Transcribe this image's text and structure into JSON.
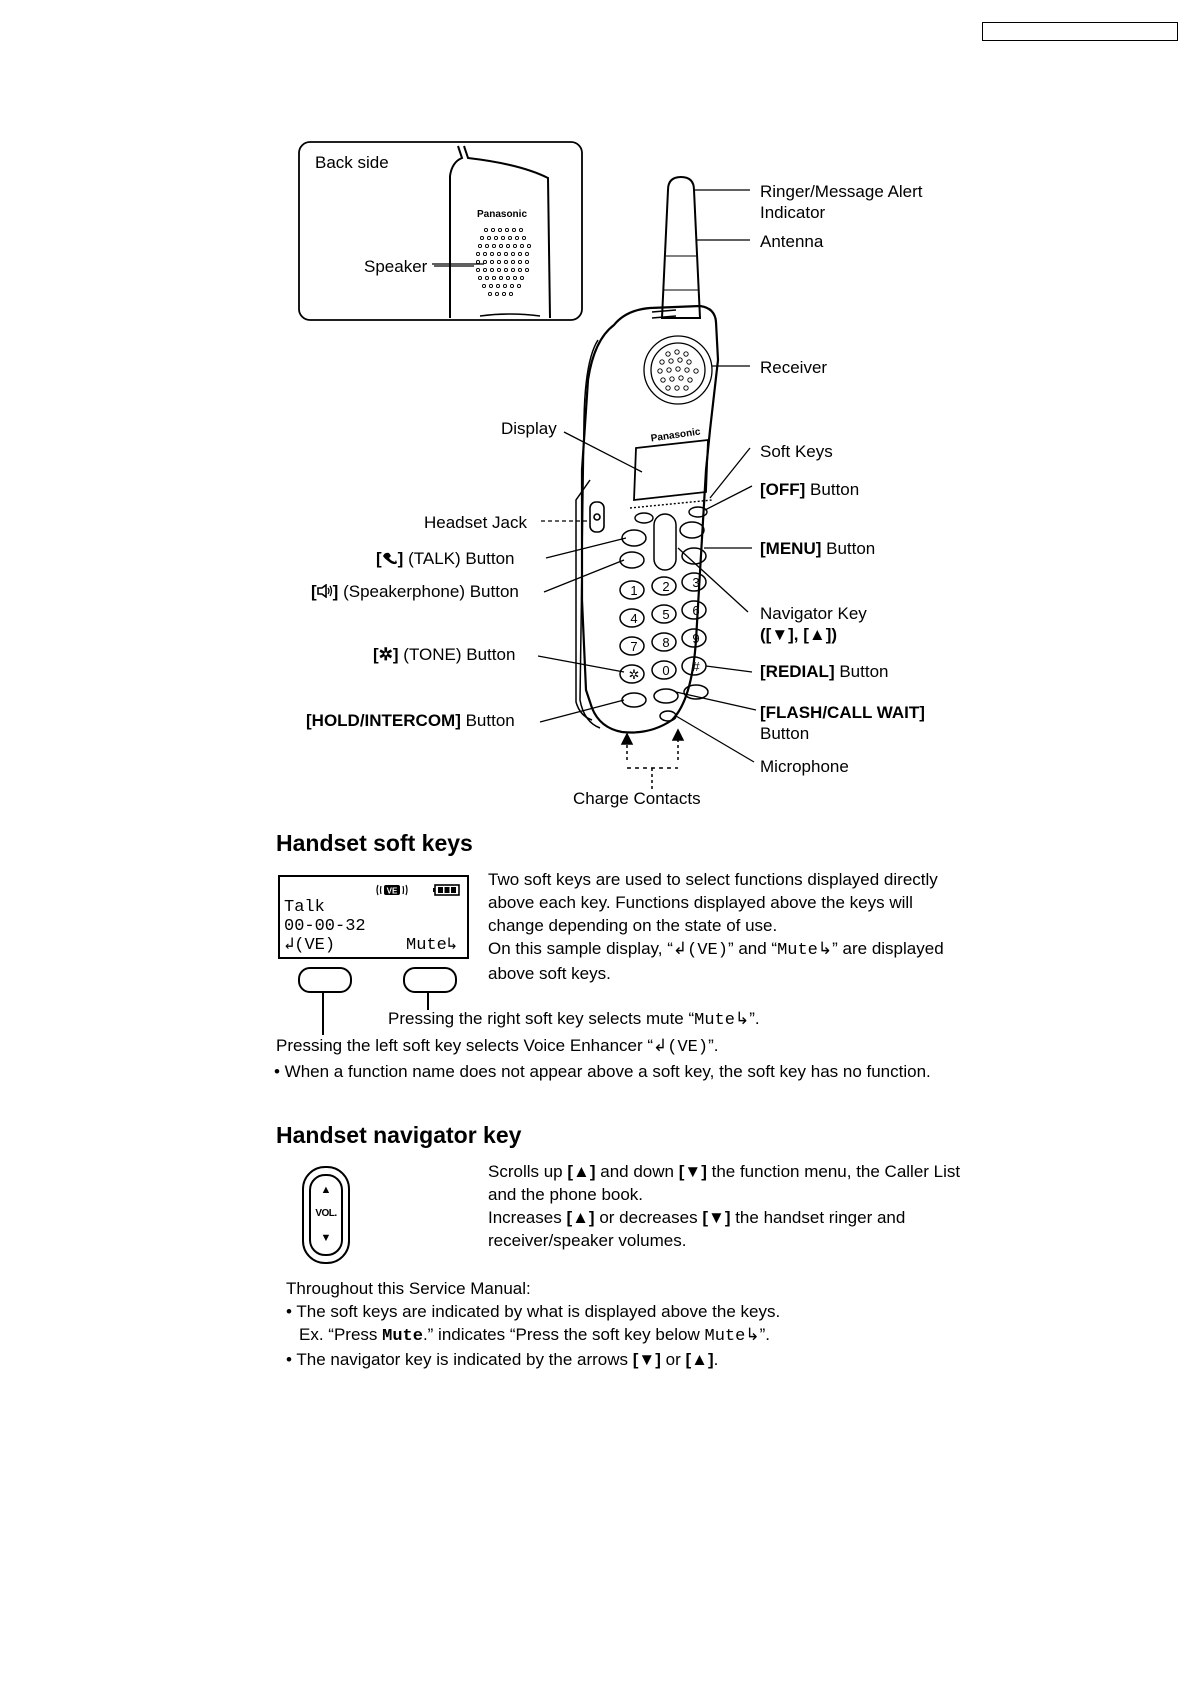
{
  "labels": {
    "back_side": "Back side",
    "speaker": "Speaker",
    "brand": "Panasonic",
    "ringer": "Ringer/Message Alert",
    "indicator": "Indicator",
    "antenna": "Antenna",
    "receiver": "Receiver",
    "display": "Display",
    "soft_keys": "Soft Keys",
    "off_key": "[OFF]",
    "off_rest": " Button",
    "headset_jack": "Headset Jack",
    "talk_key": "[",
    "talk_key_end": "]",
    "talk_rest": " (TALK) Button",
    "menu_key": "[MENU]",
    "menu_rest": " Button",
    "spk_key": "[",
    "spk_key_end": "]",
    "spk_rest": " (Speakerphone) Button",
    "nav_key": "Navigator Key",
    "nav_arrows": "([▼], [▲])",
    "tone_key": "[✲]",
    "tone_rest": " (TONE) Button",
    "redial_key": "[REDIAL]",
    "redial_rest": " Button",
    "hold_key": "[HOLD/INTERCOM]",
    "hold_rest": " Button",
    "flash_key": "[FLASH/CALL WAIT]",
    "flash_rest": "Button",
    "microphone": "Microphone",
    "charge": "Charge Contacts"
  },
  "soft": {
    "heading": "Handset soft keys",
    "lcd_ve_icon": "VE",
    "lcd_line1": "Talk",
    "lcd_line2": "00-00-32",
    "lcd_left": "(VE)",
    "lcd_right": "Mute",
    "desc1": "Two soft keys are used to select functions displayed directly above each key. Functions displayed above the keys will change depending on the state of use.",
    "desc2_a": "On this sample display, “",
    "desc2_ve": "(VE)",
    "desc2_b": "” and “",
    "desc2_mute": "Mute",
    "desc2_c": "” are displayed above soft keys.",
    "right_a": "Pressing the right soft key selects mute “",
    "right_mute": "Mute",
    "right_b": "”.",
    "left_a": "Pressing the left soft key selects Voice Enhancer “",
    "left_ve": "(VE)",
    "left_b": "”.",
    "bullet": "• When a function name does not appear above a soft key, the soft key has no function."
  },
  "nav": {
    "heading": "Handset navigator key",
    "vol": "VOL.",
    "p1_a": "Scrolls up ",
    "p1_up": "[▲]",
    "p1_b": " and down ",
    "p1_down": "[▼]",
    "p1_c": " the function menu, the Caller List and the phone book.",
    "p2_a": "Increases ",
    "p2_up": "[▲]",
    "p2_b": " or decreases ",
    "p2_down": "[▼]",
    "p2_c": " the handset ringer and receiver/speaker volumes."
  },
  "manual": {
    "intro": "Throughout this Service Manual:",
    "b1": "• The soft keys are indicated by what is displayed above the keys.",
    "b1_ex_a": "Ex. “Press ",
    "b1_ex_mute": "Mute",
    "b1_ex_b": ".” indicates “Press the soft key below ",
    "b1_ex_mute2": "Mute",
    "b1_ex_c": "”.",
    "b2_a": "• The navigator key is indicated by the arrows ",
    "b2_down": "[▼]",
    "b2_or": " or ",
    "b2_up": "[▲]",
    "b2_end": "."
  }
}
